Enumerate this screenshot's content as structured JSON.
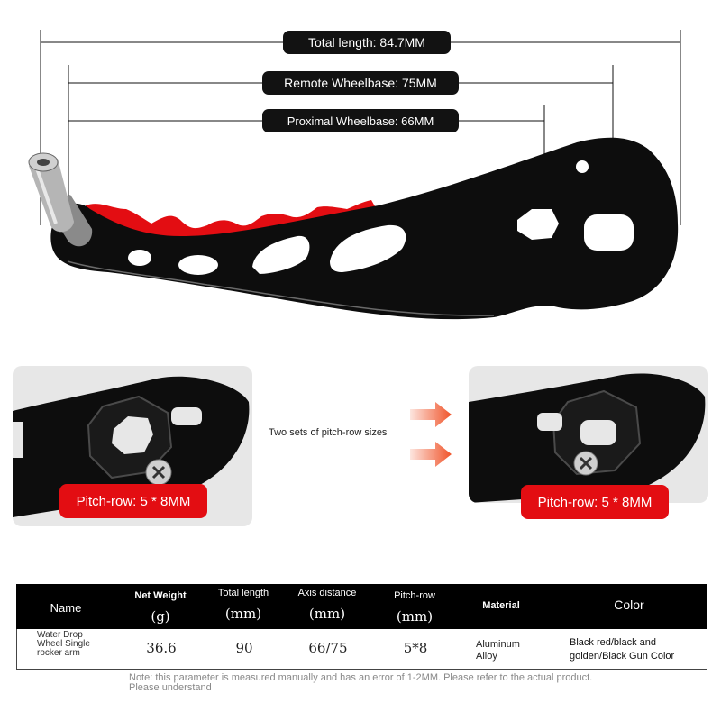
{
  "colors": {
    "accent_red": "#e30d12",
    "label_black": "#121212",
    "arrow_orange": "#f0542a"
  },
  "dimensions": {
    "total_length": "Total length: 84.7MM",
    "remote_wheelbase": "Remote Wheelbase: 75MM",
    "proximal_wheelbase": "Proximal Wheelbase: 66MM"
  },
  "pitch": {
    "left_label": "Pitch-row: 5 * 8MM",
    "right_label": "Pitch-row: 5 * 8MM",
    "caption": "Two sets of pitch-row sizes"
  },
  "table": {
    "headers": {
      "name": "Name",
      "net_weight": "Net Weight",
      "net_weight_unit": "(g)",
      "total_length": "Total length",
      "total_length_unit": "(mm)",
      "axis_distance": "Axis distance",
      "axis_distance_unit": "(mm)",
      "pitch_row": "Pitch-row",
      "pitch_row_unit": "(mm)",
      "material": "Material",
      "color": "Color"
    },
    "row": {
      "name": "Water Drop Wheel Single rocker arm",
      "net_weight": "36.6",
      "total_length": "90",
      "axis_distance": "66/75",
      "pitch_row": "5*8",
      "material": "Aluminum Alloy",
      "color": "Black red/black and golden/Black Gun Color"
    }
  },
  "note": "Note: this parameter is measured manually and has an error of 1-2MM. Please refer to the actual product. Please understand"
}
